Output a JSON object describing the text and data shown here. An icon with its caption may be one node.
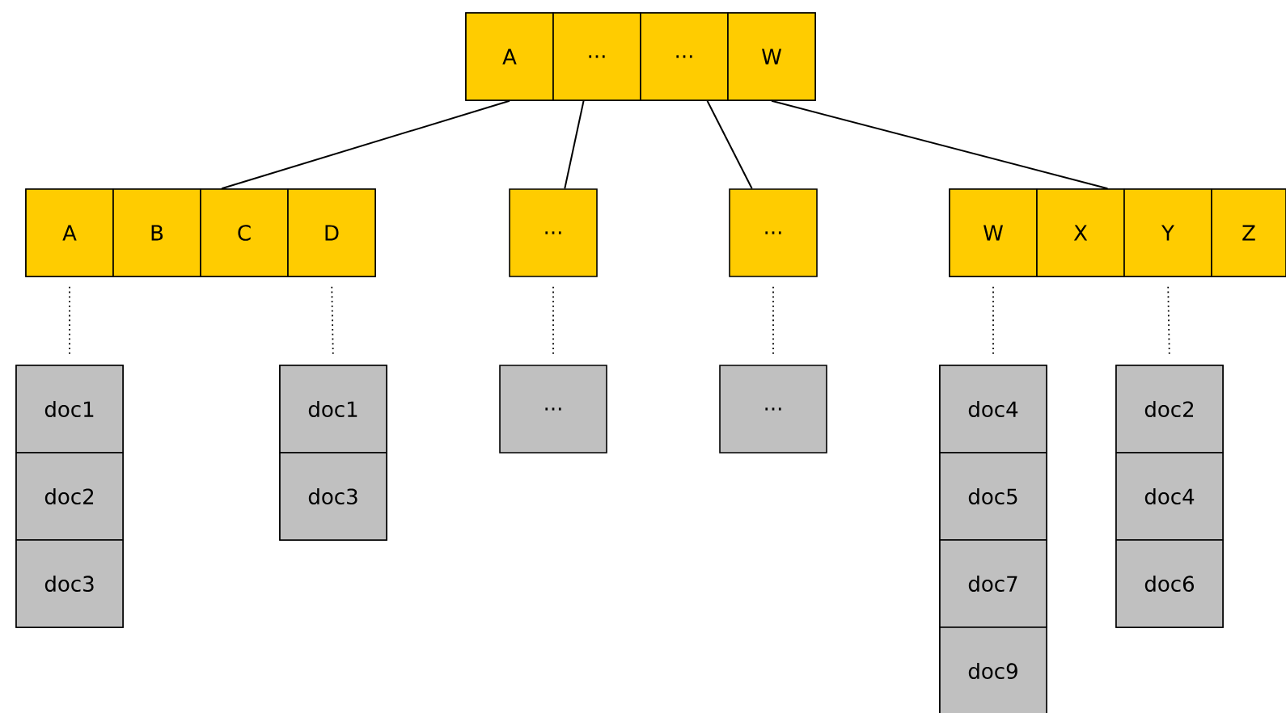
{
  "diagram": {
    "nodes": [
      {
        "text": [],
        "shape": "box"
      },
      {
        "text": [
          "A"
        ],
        "in": 0
      },
      {
        "text": [
          "..."
        ],
        "in": 0
      },
      {
        "text": [
          "..."
        ],
        "in": 0
      },
      {
        "text": [
          "W"
        ],
        "in": 0
      },
      {
        "text": [],
        "shape": "box"
      },
      {
        "text": [
          "A"
        ],
        "in": 5
      },
      {
        "text": [
          "B"
        ],
        "in": 5
      },
      {
        "text": [
          "C"
        ],
        "in": 5
      },
      {
        "text": [
          "D"
        ],
        "in": 5
      },
      {
        "text": [
          "..."
        ]
      },
      {
        "text": [
          "..."
        ]
      },
      {
        "text": [],
        "shape": "box"
      },
      {
        "text": [
          "W"
        ],
        "in": 12
      },
      {
        "text": [
          "X"
        ],
        "in": 12
      },
      {
        "text": [
          "Y"
        ],
        "in": 12
      },
      {
        "text": [
          "Z"
        ],
        "in": 12
      },
      {
        "text": [],
        "shape": "box"
      },
      {
        "text": [
          "doc1"
        ],
        "in": 17
      },
      {
        "text": [
          "doc2"
        ],
        "in": 17
      },
      {
        "text": [
          "doc3"
        ],
        "in": 17
      },
      {
        "text": [],
        "shape": "box"
      },
      {
        "text": [
          "doc1"
        ],
        "in": 21
      },
      {
        "text": [
          "doc3"
        ],
        "in": 21
      },
      {
        "text": [
          "..."
        ]
      },
      {
        "text": [
          "..."
        ]
      },
      {
        "text": [],
        "shape": "box"
      },
      {
        "text": [
          "doc4"
        ],
        "in": 26
      },
      {
        "text": [
          "doc5"
        ],
        "in": 26
      },
      {
        "text": [
          "doc7"
        ],
        "in": 26
      },
      {
        "text": [
          "doc9"
        ],
        "in": 26
      },
      {
        "text": [],
        "shape": "box"
      },
      {
        "text": [
          "doc2"
        ],
        "in": 31
      },
      {
        "text": [
          "doc4"
        ],
        "in": 31
      },
      {
        "text": [
          "doc6"
        ],
        "in": 31
      }
    ],
    "edges": [
      {
        "from": 1,
        "to": 5,
        "arrow": "none"
      },
      {
        "from": 2,
        "to": 10,
        "arrow": "none"
      },
      {
        "from": 3,
        "to": 11,
        "arrow": "none"
      },
      {
        "from": 4,
        "to": 12,
        "arrow": "none"
      },
      {
        "from": 6,
        "to": 17,
        "arrow": "none",
        "style": "dashed"
      },
      {
        "from": 9,
        "to": 21,
        "arrow": "none",
        "style": "dashed"
      },
      {
        "from": 10,
        "to": 24,
        "arrow": "none",
        "style": "dashed"
      },
      {
        "from": 11,
        "to": 25,
        "arrow": "none",
        "style": "dashed"
      },
      {
        "from": 13,
        "to": 26,
        "arrow": "none",
        "style": "dashed"
      },
      {
        "from": 15,
        "to": 31,
        "arrow": "none",
        "style": "dashed"
      }
    ]
  }
}
